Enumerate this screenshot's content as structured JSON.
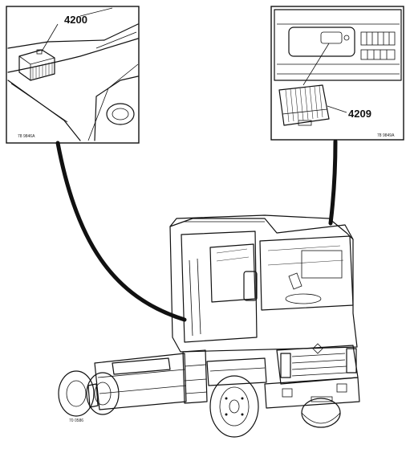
{
  "left_inset": {
    "callout": "4200",
    "ref_code": "78 9846A"
  },
  "right_inset": {
    "callout": "4209",
    "ref_code": "78 9849A"
  },
  "truck": {
    "ref_code": "70 0586"
  }
}
